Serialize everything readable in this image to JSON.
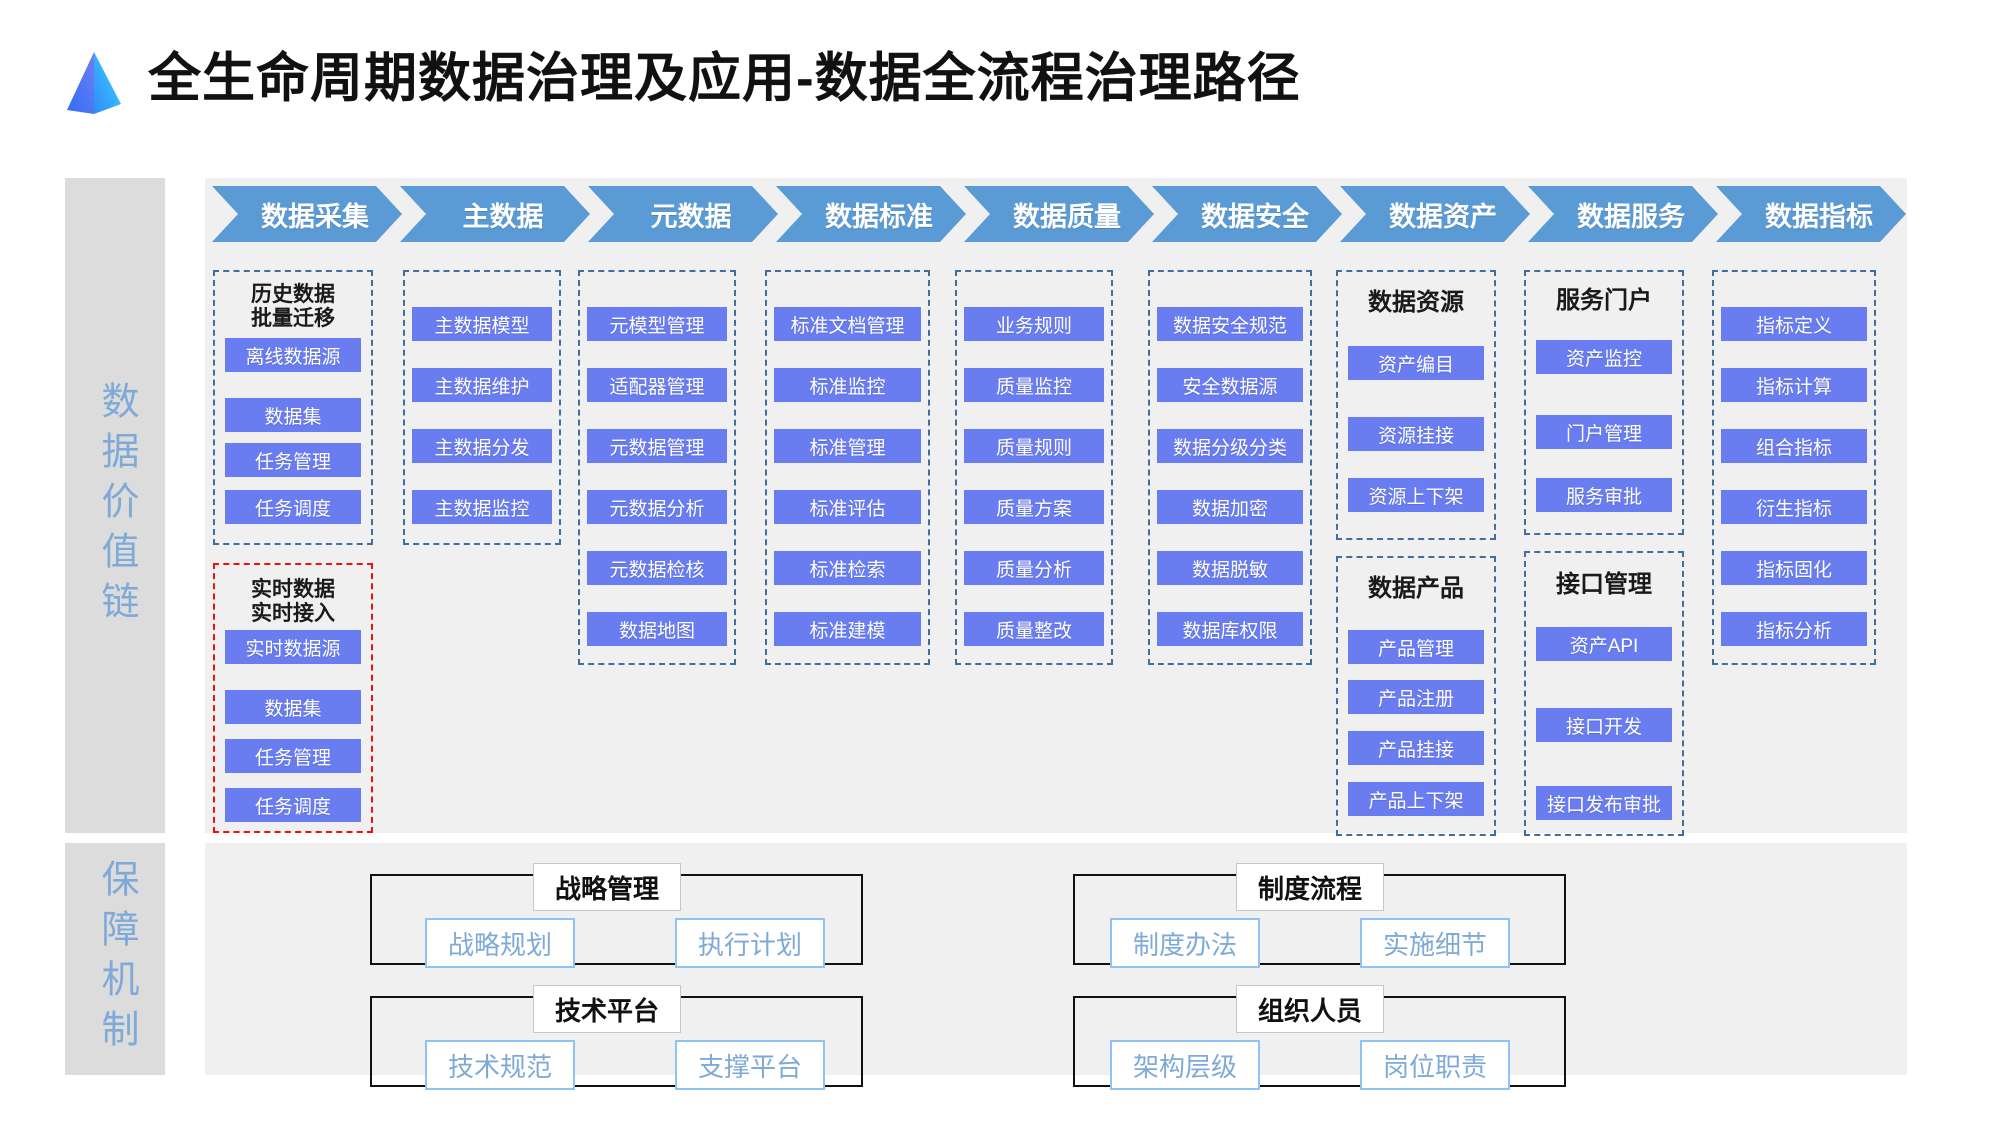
{
  "header": {
    "title": "全生命周期数据治理及应用-数据全流程治理路径",
    "logo_icon": "pyramid-logo-icon",
    "logo_colors": [
      "#2f6df6",
      "#37c6ff",
      "#5b7cf0"
    ]
  },
  "colors": {
    "chevron": "#5b9bd5",
    "chip": "#6a7df0",
    "panel": "#f0f0f0",
    "side_label_bg": "#dcdcdc",
    "side_label_text": "#7faad8",
    "dashed_blue": "#3f6f9f",
    "dashed_red": "#ee1111",
    "outline_blue": "#8ec3f3"
  },
  "sidebar": {
    "items": [
      {
        "label": "数据价值链"
      },
      {
        "label": "保障机制"
      }
    ]
  },
  "stages": [
    {
      "label": "数据采集"
    },
    {
      "label": "主数据"
    },
    {
      "label": "元数据"
    },
    {
      "label": "数据标准"
    },
    {
      "label": "数据质量"
    },
    {
      "label": "数据安全"
    },
    {
      "label": "数据资产"
    },
    {
      "label": "数据服务"
    },
    {
      "label": "数据指标"
    }
  ],
  "columns": [
    {
      "stage": "数据采集",
      "groups": [
        {
          "title": "历史数据\n批量迁移",
          "style": "blue-dashed",
          "items": [
            "离线数据源",
            "数据集",
            "任务管理",
            "任务调度"
          ]
        },
        {
          "title": "实时数据\n实时接入",
          "style": "red-dashed",
          "items": [
            "实时数据源",
            "数据集",
            "任务管理",
            "任务调度"
          ]
        }
      ]
    },
    {
      "stage": "主数据",
      "groups": [
        {
          "title": "",
          "style": "blue-dashed",
          "items": [
            "主数据模型",
            "主数据维护",
            "主数据分发",
            "主数据监控"
          ]
        }
      ]
    },
    {
      "stage": "元数据",
      "groups": [
        {
          "title": "",
          "style": "blue-dashed",
          "items": [
            "元模型管理",
            "适配器管理",
            "元数据管理",
            "元数据分析",
            "元数据检核",
            "数据地图"
          ]
        }
      ]
    },
    {
      "stage": "数据标准",
      "groups": [
        {
          "title": "",
          "style": "blue-dashed",
          "items": [
            "标准文档管理",
            "标准监控",
            "标准管理",
            "标准评估",
            "标准检索",
            "标准建模"
          ]
        }
      ]
    },
    {
      "stage": "数据质量",
      "groups": [
        {
          "title": "",
          "style": "blue-dashed",
          "items": [
            "业务规则",
            "质量监控",
            "质量规则",
            "质量方案",
            "质量分析",
            "质量整改"
          ]
        }
      ]
    },
    {
      "stage": "数据安全",
      "groups": [
        {
          "title": "",
          "style": "blue-dashed",
          "items": [
            "数据安全规范",
            "安全数据源",
            "数据分级分类",
            "数据加密",
            "数据脱敏",
            "数据库权限"
          ]
        }
      ]
    },
    {
      "stage": "数据资产",
      "groups": [
        {
          "title": "数据资源",
          "style": "blue-dashed",
          "items": [
            "资产编目",
            "资源挂接",
            "资源上下架"
          ]
        },
        {
          "title": "数据产品",
          "style": "blue-dashed",
          "items": [
            "产品管理",
            "产品注册",
            "产品挂接",
            "产品上下架"
          ]
        }
      ]
    },
    {
      "stage": "数据服务",
      "groups": [
        {
          "title": "服务门户",
          "style": "blue-dashed",
          "items": [
            "资产监控",
            "门户管理",
            "服务审批"
          ]
        },
        {
          "title": "接口管理",
          "style": "blue-dashed",
          "items": [
            "资产API",
            "接口开发",
            "接口发布审批"
          ]
        }
      ]
    },
    {
      "stage": "数据指标",
      "groups": [
        {
          "title": "",
          "style": "blue-dashed",
          "items": [
            "指标定义",
            "指标计算",
            "组合指标",
            "衍生指标",
            "指标固化",
            "指标分析"
          ]
        }
      ]
    }
  ],
  "support": {
    "groups": [
      {
        "title": "战略管理",
        "items": [
          "战略规划",
          "执行计划"
        ]
      },
      {
        "title": "制度流程",
        "items": [
          "制度办法",
          "实施细节"
        ]
      },
      {
        "title": "技术平台",
        "items": [
          "技术规范",
          "支撑平台"
        ]
      },
      {
        "title": "组织人员",
        "items": [
          "架构层级",
          "岗位职责"
        ]
      }
    ]
  }
}
